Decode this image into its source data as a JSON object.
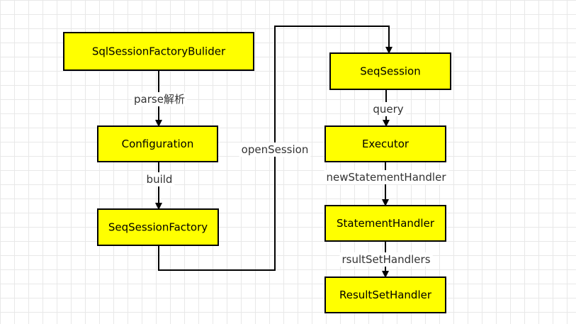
{
  "colors": {
    "node_fill": "#ffff00",
    "node_border": "#000000",
    "edge": "#000000",
    "label": "#333333"
  },
  "nodes": [
    {
      "id": "builder",
      "label": "SqlSessionFactoryBulider"
    },
    {
      "id": "configuration",
      "label": "Configuration"
    },
    {
      "id": "factory",
      "label": "SeqSessionFactory"
    },
    {
      "id": "session",
      "label": "SeqSession"
    },
    {
      "id": "executor",
      "label": "Executor"
    },
    {
      "id": "statement",
      "label": "StatementHandler"
    },
    {
      "id": "resultset",
      "label": "ResultSetHandler"
    }
  ],
  "edges": [
    {
      "from": "builder",
      "to": "configuration",
      "label": "parse解析"
    },
    {
      "from": "configuration",
      "to": "factory",
      "label": "build"
    },
    {
      "from": "factory",
      "to": "session",
      "label": "openSession"
    },
    {
      "from": "session",
      "to": "executor",
      "label": "query"
    },
    {
      "from": "executor",
      "to": "statement",
      "label": "newStatementHandler"
    },
    {
      "from": "statement",
      "to": "resultset",
      "label": "rsultSetHandlers"
    }
  ]
}
